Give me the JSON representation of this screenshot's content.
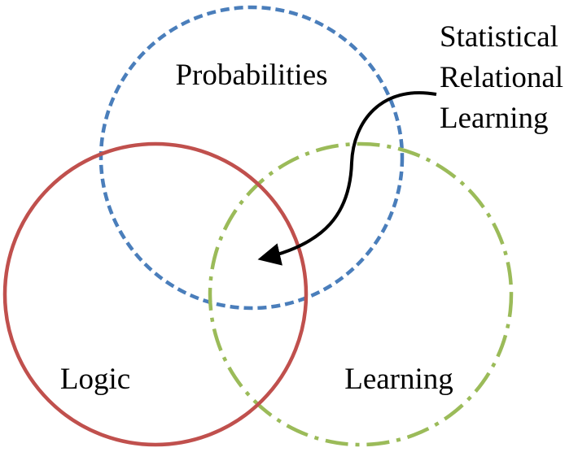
{
  "sets": [
    {
      "label": "Probabilities",
      "color": "#4a7ebb",
      "line_style": "dashed"
    },
    {
      "label": "Logic",
      "color": "#c0504d",
      "line_style": "solid"
    },
    {
      "label": "Learning",
      "color": "#9bbb59",
      "line_style": "dash-dot"
    }
  ],
  "annotation": {
    "lines": [
      "Statistical",
      "Relational",
      "Learning"
    ],
    "points_to": "intersection of all three sets",
    "arrow_color": "#000000"
  }
}
